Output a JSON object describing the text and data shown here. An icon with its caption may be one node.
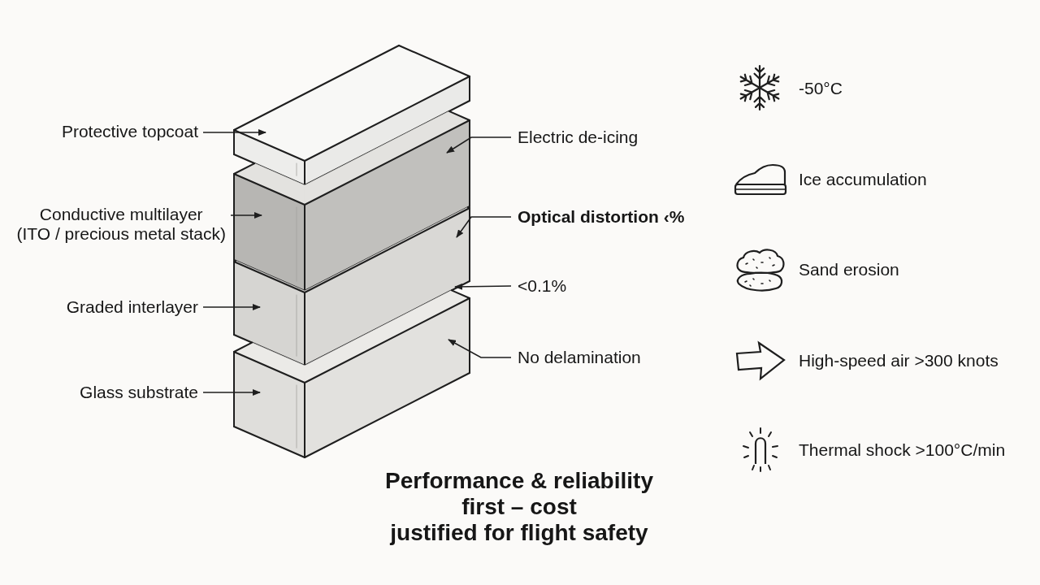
{
  "diagram": {
    "caption": "Performance & reliability first – cost justified for flight safety",
    "nodes": [
      {
        "text": [
          "Protective topcoat"
        ]
      },
      {
        "text": [
          "Conductive multilayer (ITO / precious metal stack)"
        ]
      },
      {
        "text": [
          "Graded interlayer"
        ]
      },
      {
        "text": [
          "Glass substrate"
        ]
      },
      {
        "text": [],
        "shape": "box"
      },
      {
        "text": [],
        "shape": "box"
      },
      {
        "text": [],
        "shape": "box"
      },
      {
        "text": [],
        "shape": "box"
      },
      {
        "text": [
          "Electric de-icing"
        ]
      },
      {
        "text": [
          "Optical distortion ‹%"
        ]
      },
      {
        "text": [
          "<0.1%"
        ]
      },
      {
        "text": [
          "No delamination"
        ]
      }
    ],
    "edges": [
      {
        "from": 0,
        "to": 4,
        "arrow": "to"
      },
      {
        "from": 1,
        "to": 5,
        "arrow": "to"
      },
      {
        "from": 2,
        "to": 6,
        "arrow": "to"
      },
      {
        "from": 3,
        "to": 7,
        "arrow": "to"
      },
      {
        "from": 8,
        "to": 5,
        "arrow": "to"
      },
      {
        "from": 9,
        "to": 6,
        "arrow": "to"
      },
      {
        "from": 10,
        "to": 6,
        "arrow": "to"
      },
      {
        "from": 11,
        "to": 7,
        "arrow": "to"
      }
    ],
    "labels": [
      "-50°C",
      "Ice accumulation",
      "Sand erosion",
      "High-speed air >300 knots",
      "Thermal shock >100°C/min"
    ]
  }
}
